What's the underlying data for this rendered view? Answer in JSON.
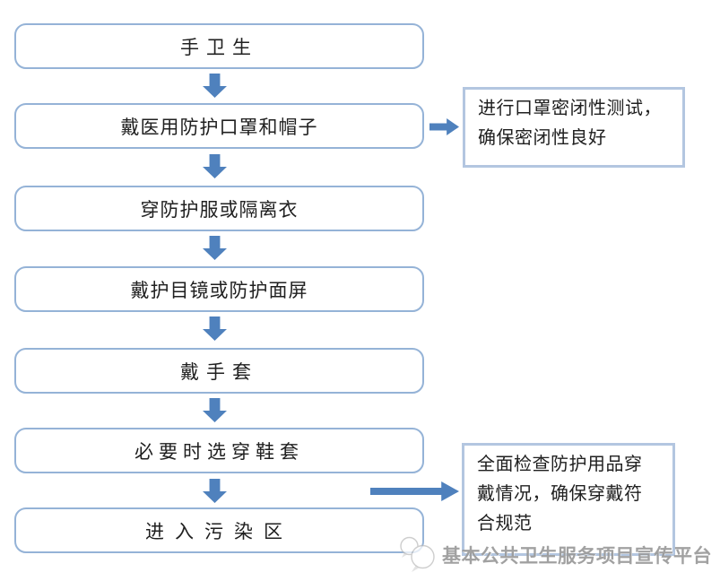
{
  "flow": {
    "title_context": "PPE donning flowchart",
    "steps": [
      "手卫生",
      "戴医用防护口罩和帽子",
      "穿防护服或隔离衣",
      "戴护目镜或防护面屏",
      "戴手套",
      "必要时选穿鞋套",
      "进入污染区"
    ],
    "notes": [
      "进行口罩密闭性测试，确保密闭性良好",
      "全面检查防护用品穿戴情况，确保穿戴符合规范"
    ],
    "watermark": "基本公共卫生服务项目宣传平台"
  },
  "colors": {
    "box_border": "#95b3d7",
    "note_border": "#b3c6e0",
    "arrow": "#4f81bd",
    "text": "#202020",
    "watermark": "#9a9a9a",
    "bg": "#ffffff"
  }
}
